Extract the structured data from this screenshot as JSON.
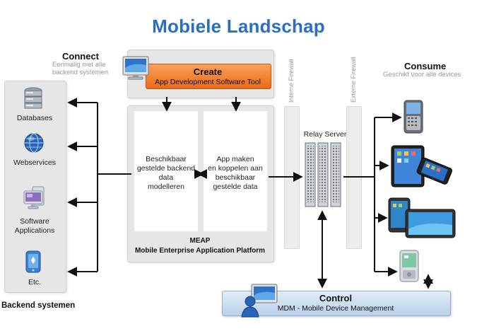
{
  "title": "Mobiele Landschap",
  "connect": {
    "heading": "Connect",
    "subtitle_line1": "Eenmalig met alle",
    "subtitle_line2": "backend systemen"
  },
  "backend": {
    "items": [
      {
        "label": "Databases",
        "icon": "database-icon"
      },
      {
        "label": "Webservices",
        "icon": "globe-icon"
      },
      {
        "label_line1": "Software",
        "label_line2": "Applications",
        "icon": "desktop-icon"
      },
      {
        "label": "Etc.",
        "icon": "mobile-app-icon"
      }
    ],
    "footer": "Backend systemen"
  },
  "create": {
    "heading": "Create",
    "subtitle": "App Development Software Tool",
    "accent": "#f07a2a"
  },
  "meap": {
    "left_col": [
      "Beschikbaar",
      "gestelde backend",
      "data",
      "modelleren"
    ],
    "right_col": [
      "App maken",
      "en koppelen aan",
      "beschikbaar",
      "gestelde data"
    ],
    "label_line1": "MEAP",
    "label_line2": "Mobile Enterprise Application Platform"
  },
  "firewalls": {
    "internal": "Interne Firewall",
    "external": "Externe Firewall"
  },
  "relay": {
    "label": "Relay Server"
  },
  "consume": {
    "heading": "Consume",
    "subtitle": "Geschikt voor alle devices"
  },
  "control": {
    "heading": "Control",
    "subtitle": "MDM - Mobile Device Management",
    "accent": "#c8dcef"
  },
  "colors": {
    "title": "#2a6fbf",
    "arrow": "#111111"
  }
}
